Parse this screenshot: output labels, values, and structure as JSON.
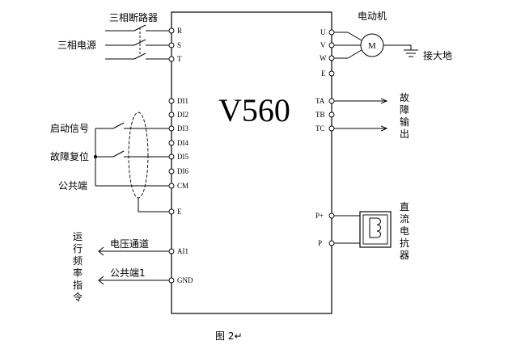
{
  "model": "V560",
  "caption": "图 2↵",
  "left_terminals": [
    "R",
    "S",
    "T",
    "DI1",
    "DI2",
    "DI3",
    "DI4",
    "DI5",
    "DI6",
    "CM",
    "E",
    "AI1",
    "GND"
  ],
  "right_terminals": [
    "U",
    "V",
    "W",
    "E",
    "TA",
    "TB",
    "TC",
    "P+",
    "P"
  ],
  "labels": {
    "breaker": "三相断路器",
    "power": "三相电源",
    "start_signal": "启动信号",
    "fault_reset": "故障复位",
    "common": "公共端",
    "voltage_channel": "电压通道",
    "common1": "公共端1",
    "motor": "电动机",
    "motor_symbol": "M",
    "ground": "接大地"
  },
  "vertical_labels": {
    "run_freq": [
      "运",
      "行",
      "频",
      "率",
      "指",
      "令"
    ],
    "fault_out": [
      "故",
      "障",
      "输",
      "出"
    ],
    "dc_reactor": [
      "直",
      "流",
      "电",
      "抗",
      "器"
    ]
  }
}
